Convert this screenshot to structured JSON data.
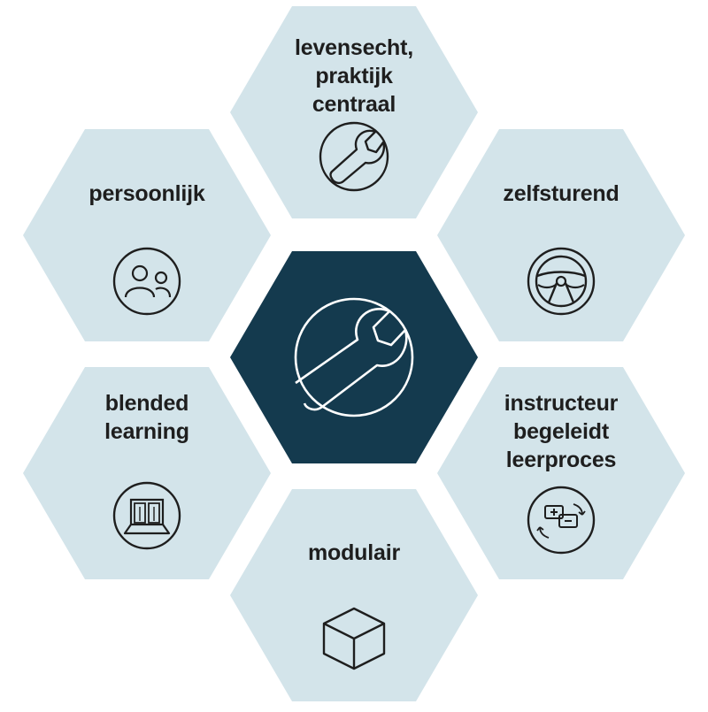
{
  "colors": {
    "hex_fill": "#d3e4ea",
    "center_fill": "#143a4e",
    "icon_stroke": "#1e1e1e",
    "center_icon_stroke": "#ffffff",
    "text": "#1e1e1e"
  },
  "center": {
    "icon": "wrench-icon"
  },
  "hexagons": [
    {
      "id": "top",
      "lines": [
        "levensecht,",
        "praktijk",
        "centraal"
      ],
      "icon": "wrench-icon"
    },
    {
      "id": "upper-right",
      "lines": [
        "zelfsturend"
      ],
      "icon": "steering-wheel-icon"
    },
    {
      "id": "lower-right",
      "lines": [
        "instructeur",
        "begeleidt",
        "leerproces"
      ],
      "icon": "feedback-exchange-icon"
    },
    {
      "id": "bottom",
      "lines": [
        "modulair"
      ],
      "icon": "cube-icon"
    },
    {
      "id": "lower-left",
      "lines": [
        "blended",
        "learning"
      ],
      "icon": "laptop-book-icon"
    },
    {
      "id": "upper-left",
      "lines": [
        "persoonlijk"
      ],
      "icon": "people-icon"
    }
  ]
}
